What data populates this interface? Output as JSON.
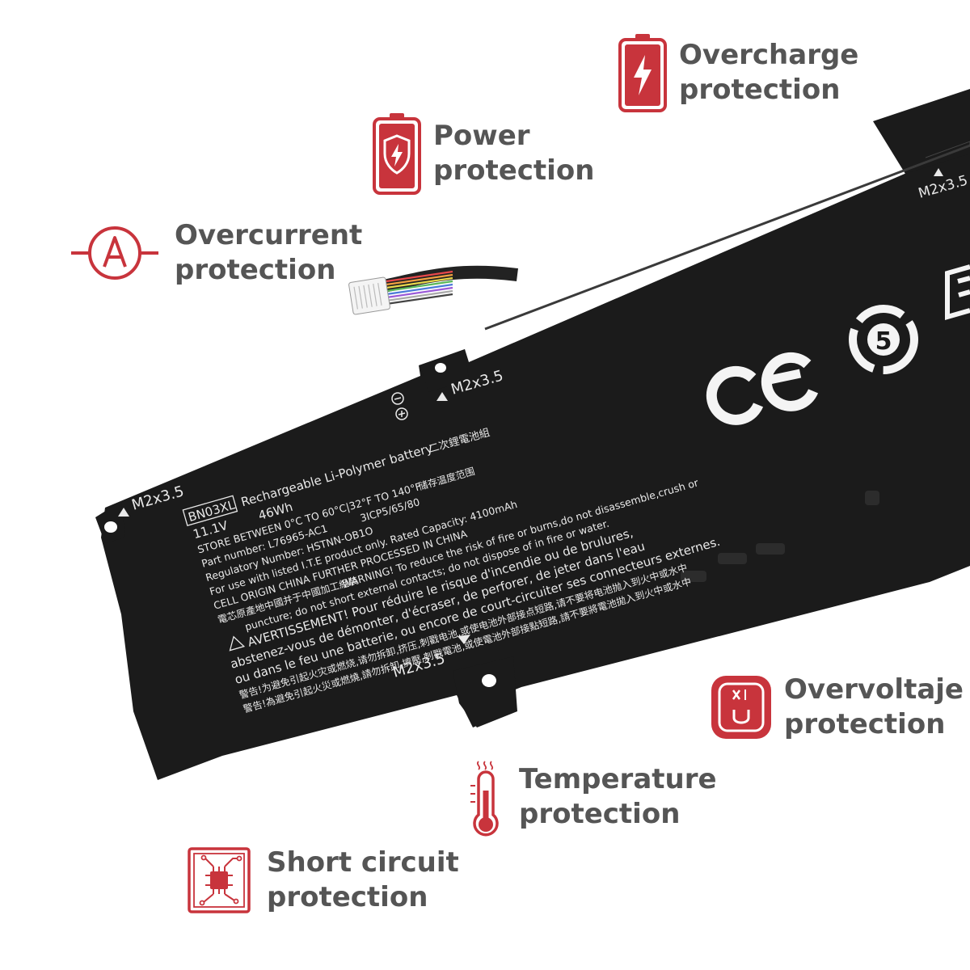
{
  "features": [
    {
      "id": "overcharge",
      "icon": "battery-bolt-icon",
      "line1": "Overcharge",
      "line2": "protection"
    },
    {
      "id": "power",
      "icon": "battery-shield-bolt-icon",
      "line1": "Power",
      "line2": "protection"
    },
    {
      "id": "overcurrent",
      "icon": "ammeter-a-icon",
      "line1": "Overcurrent",
      "line2": "protection"
    },
    {
      "id": "overvoltage",
      "icon": "voltage-xu-icon",
      "line1": "Overvoltaje",
      "line2": "protection"
    },
    {
      "id": "temperature",
      "icon": "thermometer-heat-icon",
      "line1": "Temperature",
      "line2": "protection"
    },
    {
      "id": "short-circuit",
      "icon": "circuit-chip-icon",
      "line1": "Short circuit",
      "line2": "protection"
    }
  ],
  "battery": {
    "model": "BN03XL",
    "title": "Rechargeable Li-Polymer battery",
    "title_cn": "二次鋰電池組",
    "voltage": "11.1V",
    "energy": "46Wh",
    "storage": "STORE BETWEEN 0°C TO 60°C|32°F TO 140°F",
    "storage_cn": "储存温度范围",
    "part_number": "Part number: L76965-AC1",
    "cells": "3ICP5/65/80",
    "regulatory": "Regulatory Number: HSTNN-OB1O",
    "use_with": "For use with listed I.T.E product only. Rated Capacity: 4100mAh",
    "origin": "CELL ORIGIN CHINA FURTHER PROCESSED IN CHINA",
    "origin_cn": "電芯原產地中國并于中國加工組裝",
    "warning_1": "WARNING! To reduce the risk of fire or burns,do not disassemble,crush or",
    "warning_2": "puncture; do not short external contacts; do not dispose of in fire or water.",
    "avert_1": "AVERTISSEMENT! Pour réduire le risque d'incendie ou de brulures,",
    "avert_2": "abstenez-vous de démonter, d'écraser, de perforer, de jeter dans l'eau",
    "avert_3": "ou dans le feu une batterie, ou encore de court-circuiter ses connecteurs externes.",
    "caution_cn_1": "警告!为避免引起火灾或燃烧,请勿拆卸,挤压,刺戳电池,或使电池外部接点短路,请不要将电池抛入到火中或水中",
    "caution_cn_2": "警告!為避免引起火災或燃燒,請勿拆卸,擠壓,刺戳電池,或使電池外部接點短路,請不要將電池拋入到火中或水中",
    "screw_label": "M2x3.5",
    "recycle_number": "5",
    "ce_mark": "CE"
  },
  "colors": {
    "accent": "#c8343c",
    "text": "#555555",
    "battery": "#1b1b1b",
    "print": "#e9e9e9"
  }
}
